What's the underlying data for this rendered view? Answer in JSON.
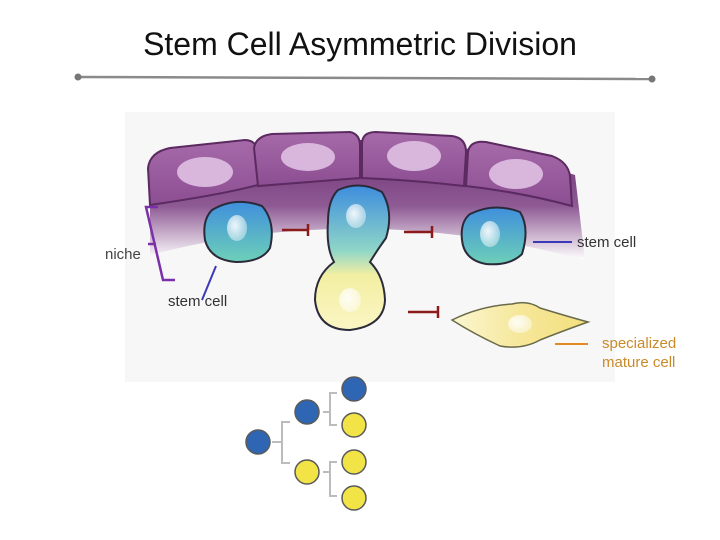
{
  "title": "Stem Cell Asymmetric Division",
  "labels": {
    "niche": "niche",
    "stem_cell_left": "stem cell",
    "stem_cell_right": "stem cell",
    "specialized_mature_cell": "specialized mature cell"
  },
  "colors": {
    "niche_purple": "#8a4f8f",
    "niche_light": "#b07ab3",
    "stem_blue": "#4a90d9",
    "stem_teal": "#5fc1b5",
    "mature_yellow": "#f5e58a",
    "arrow_red": "#8b1a1a",
    "niche_bracket": "#7b2fa8",
    "stem_pointer": "#3a3ab8",
    "mature_pointer": "#e08a20",
    "tree_blue": "#2f66b3",
    "tree_yellow": "#f2e446"
  }
}
